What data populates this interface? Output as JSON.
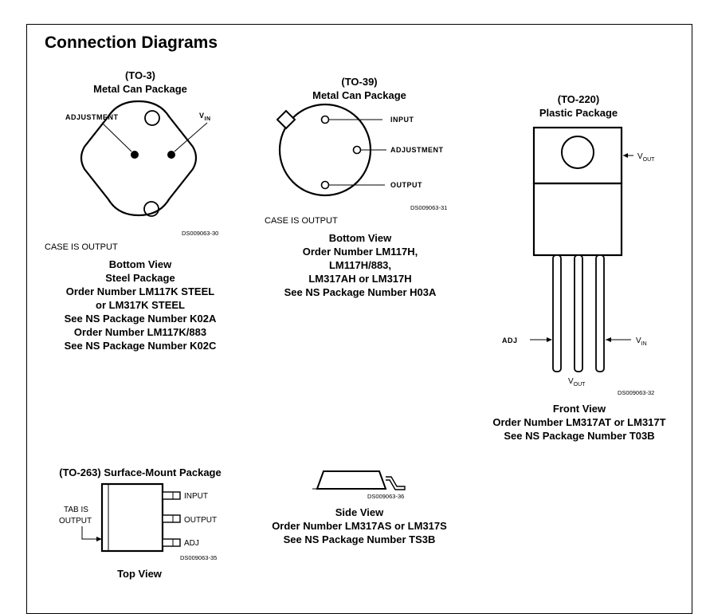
{
  "title": "Connection Diagrams",
  "to3": {
    "title_line1": "(TO-3)",
    "title_line2": "Metal Can Package",
    "pin_adjustment": "ADJUSTMENT",
    "pin_vin": "V",
    "pin_vin_sub": "IN",
    "ds_code": "DS009063-30",
    "case_note": "CASE IS OUTPUT",
    "caption": [
      "Bottom View",
      "Steel Package",
      "Order Number LM117K STEEL",
      "or LM317K STEEL",
      "See NS Package Number K02A",
      "Order Number LM117K/883",
      "See NS Package Number K02C"
    ]
  },
  "to39": {
    "title_line1": "(TO-39)",
    "title_line2": "Metal Can Package",
    "pin_input": "INPUT",
    "pin_adjustment": "ADJUSTMENT",
    "pin_output": "OUTPUT",
    "ds_code": "DS009063-31",
    "case_note": "CASE IS OUTPUT",
    "caption": [
      "Bottom View",
      "Order Number LM117H,",
      "LM117H/883,",
      "LM317AH or LM317H",
      "See NS Package Number H03A"
    ]
  },
  "to220": {
    "title_line1": "(TO-220)",
    "title_line2": "Plastic Package",
    "tab_label": "V",
    "tab_label_sub": "OUT",
    "pin_adj": "ADJ",
    "pin_vout": "V",
    "pin_vout_sub": "OUT",
    "pin_vin": "V",
    "pin_vin_sub": "IN",
    "ds_code": "DS009063-32",
    "caption": [
      "Front View",
      "Order Number LM317AT or LM317T",
      "See NS Package Number T03B"
    ]
  },
  "to263": {
    "title": "(TO-263) Surface-Mount Package",
    "tab_note_1": "TAB IS",
    "tab_note_2": "OUTPUT",
    "pin_input": "INPUT",
    "pin_output": "OUTPUT",
    "pin_adj": "ADJ",
    "ds_code": "DS009063-35",
    "caption": [
      "Top View"
    ]
  },
  "side": {
    "ds_code": "DS009063-36",
    "caption": [
      "Side View",
      "Order Number LM317AS or LM317S",
      "See NS Package Number TS3B"
    ]
  }
}
